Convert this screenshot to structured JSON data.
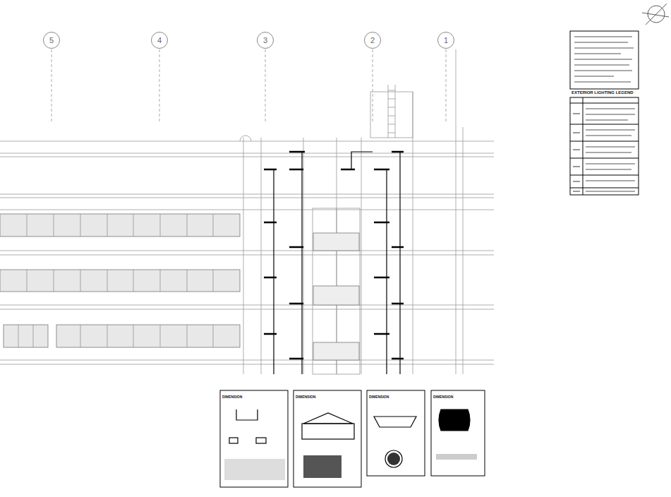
{
  "diagram": {
    "nodes": [
      {
        "text": [
          "5"
        ]
      },
      {
        "text": [
          "4"
        ]
      },
      {
        "text": [
          "3"
        ]
      },
      {
        "text": [
          "2"
        ]
      },
      {
        "text": [
          "1"
        ]
      }
    ],
    "labels": [
      "EXTERIOR LIGHTING LEGEND",
      "DIMENSION",
      "DIMENSION",
      "DIMENSION",
      "DIMENSION"
    ]
  }
}
